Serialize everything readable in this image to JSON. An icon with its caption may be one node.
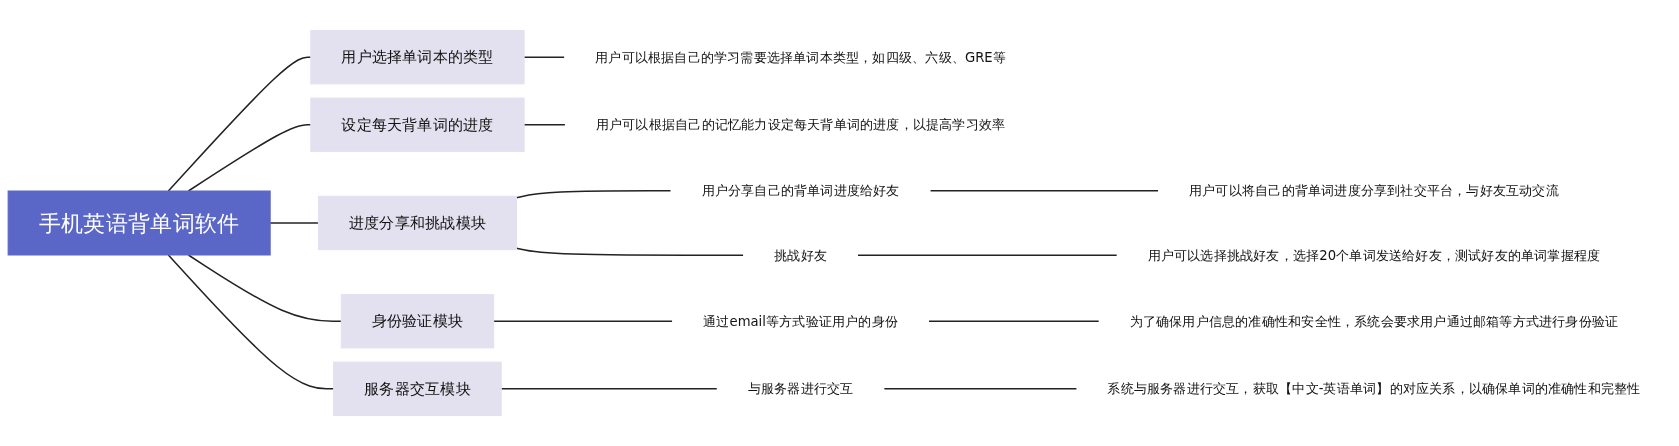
{
  "diagram": {
    "nodes": [
      {
        "text": [
          "手机英语背单词软件"
        ]
      },
      {
        "text": [
          "用户选择单词本的类型"
        ]
      },
      {
        "text": [
          "用户可以根据自己的学习需要选择单词本类型，如四级、六级、GRE等"
        ]
      },
      {
        "text": [
          "设定每天背单词的进度"
        ]
      },
      {
        "text": [
          "用户可以根据自己的记忆能力设定每天背单词的进度，以提高学习效率"
        ]
      },
      {
        "text": [
          "进度分享和挑战模块"
        ]
      },
      {
        "text": [
          "用户分享自己的背单词进度给好友"
        ]
      },
      {
        "text": [
          "用户可以将自己的背单词进度分享到社交平台，与好友互动交流"
        ]
      },
      {
        "text": [
          "挑战好友"
        ]
      },
      {
        "text": [
          "用户可以选择挑战好友，选择20个单词发送给好友，测试好友的单词掌握程度"
        ]
      },
      {
        "text": [
          "身份验证模块"
        ]
      },
      {
        "text": [
          "通过email等方式验证用户的身份"
        ]
      },
      {
        "text": [
          "为了确保用户信息的准确性和安全性，系统会要求用户通过邮箱等方式进行身份验证"
        ]
      },
      {
        "text": [
          "服务器交互模块"
        ]
      },
      {
        "text": [
          "与服务器进行交互"
        ]
      },
      {
        "text": [
          "系统与服务器进行交互，获取【中文-英语单词】的对应关系，以确保单词的准确性和完整性"
        ]
      }
    ],
    "edges": [
      {
        "from": 0,
        "to": 1,
        "arrow": "none"
      },
      {
        "from": 0,
        "to": 3,
        "arrow": "none"
      },
      {
        "from": 0,
        "to": 5,
        "arrow": "none"
      },
      {
        "from": 0,
        "to": 10,
        "arrow": "none"
      },
      {
        "from": 0,
        "to": 13,
        "arrow": "none"
      },
      {
        "from": 1,
        "to": 2,
        "arrow": "none"
      },
      {
        "from": 3,
        "to": 4,
        "arrow": "none"
      },
      {
        "from": 5,
        "to": 6,
        "arrow": "none"
      },
      {
        "from": 5,
        "to": 8,
        "arrow": "none"
      },
      {
        "from": 6,
        "to": 7,
        "arrow": "none"
      },
      {
        "from": 8,
        "to": 9,
        "arrow": "none"
      },
      {
        "from": 10,
        "to": 11,
        "arrow": "none"
      },
      {
        "from": 11,
        "to": 12,
        "arrow": "none"
      },
      {
        "from": 13,
        "to": 14,
        "arrow": "none"
      },
      {
        "from": 14,
        "to": 15,
        "arrow": "none"
      }
    ]
  }
}
